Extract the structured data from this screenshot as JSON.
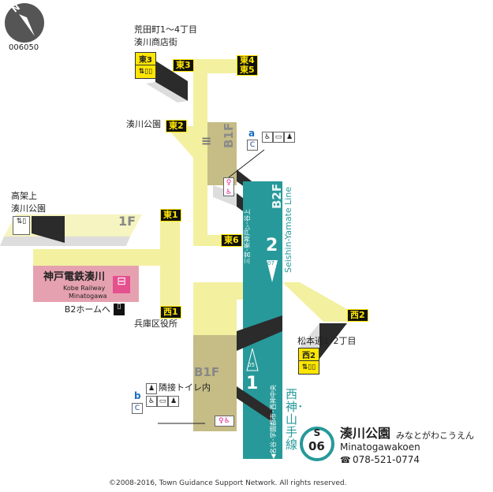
{
  "map_code": "006050",
  "compass": {
    "label": "N"
  },
  "exits": {
    "e3_label": "東3",
    "e4_label": "東4",
    "e5_label": "東5",
    "e2_label": "東2",
    "e1_label": "東1",
    "e6_label": "東6",
    "w1_label": "西1",
    "w2_label": "西2"
  },
  "places": {
    "aratacho": "荒田町1〜4丁目",
    "shotengai": "湊川商店街",
    "park": "湊川公園",
    "elevated_1": "高架上",
    "elevated_2": "湊川公園",
    "ward_office": "兵庫区役所",
    "matsumoto": "松本通1･2丁目",
    "b2_home": "B2ホームへ",
    "adjacent_toilet": "隣接トイレ内"
  },
  "floors": {
    "f1": "1F",
    "b1_top": "B1F",
    "b1_bottom": "B1F",
    "b2": "B2F"
  },
  "kobe_railway": {
    "name_ja": "神戸電鉄湊川",
    "name_en_1": "Kobe Railway",
    "name_en_2": "Minatogawa"
  },
  "line": {
    "name_en": "Seishin-Yamate Line",
    "name_ja": "西神･山手線",
    "platform2_num": "2",
    "platform2_dir": "三宮･新神戸▷･谷上",
    "platform2_car": "07",
    "platform1_num": "1",
    "platform1_dir": "◀名谷･学園都市･西神中央",
    "platform1_car": "05"
  },
  "facility_groups": {
    "a": "a",
    "b": "b"
  },
  "station": {
    "code_letter": "S",
    "code_num": "06",
    "name_ja": "湊川公園",
    "name_kana": "みなとがわこうえん",
    "name_en": "Minatogawakoen",
    "phone": "078-521-0774",
    "phone_icon": "☎"
  },
  "colors": {
    "corridor": "#f3f0a0",
    "b1": "#c5bc86",
    "teal": "#27999a",
    "pink": "#e6a1b0",
    "stair": "#2b2b2b",
    "badge_text": "#ffe600"
  },
  "copyright": "©2008-2016, Town Guidance Support Network. All rights reserved."
}
